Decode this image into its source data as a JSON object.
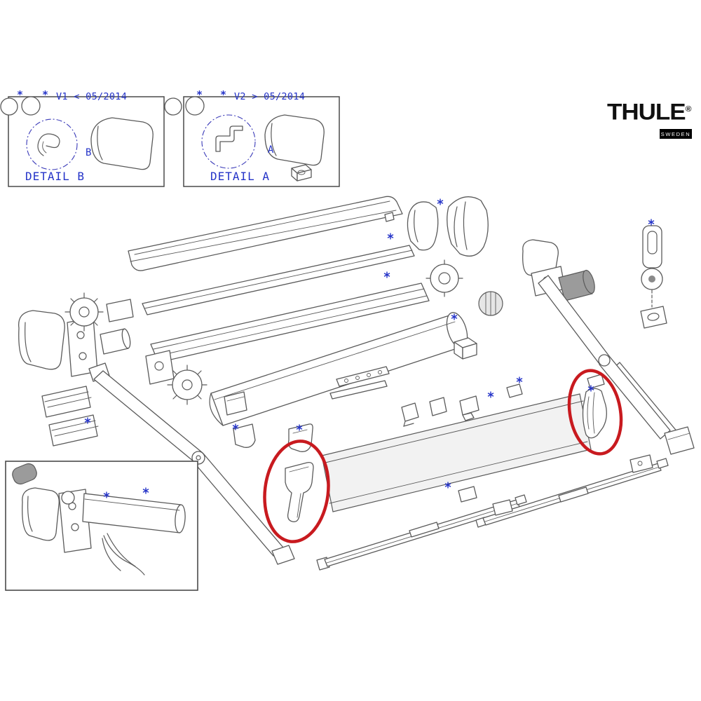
{
  "brand": {
    "name": "THULE",
    "registered": "®",
    "tag": "SWEDEN"
  },
  "detail_boxes": [
    {
      "title": "DETAIL B",
      "star1": "*",
      "star2": "*",
      "version": "V1 < 05/2014",
      "marker": "B"
    },
    {
      "title": "DETAIL A",
      "star1": "*",
      "star2": "*",
      "version": "V2 > 05/2014",
      "marker": "A"
    }
  ],
  "colors": {
    "line": "#5a5a5a",
    "annotation_blue": "#2433c8",
    "highlight_red": "#c81a1f",
    "panel_fill": "#f2f2f2",
    "metal_gray": "#9b9b9b"
  }
}
